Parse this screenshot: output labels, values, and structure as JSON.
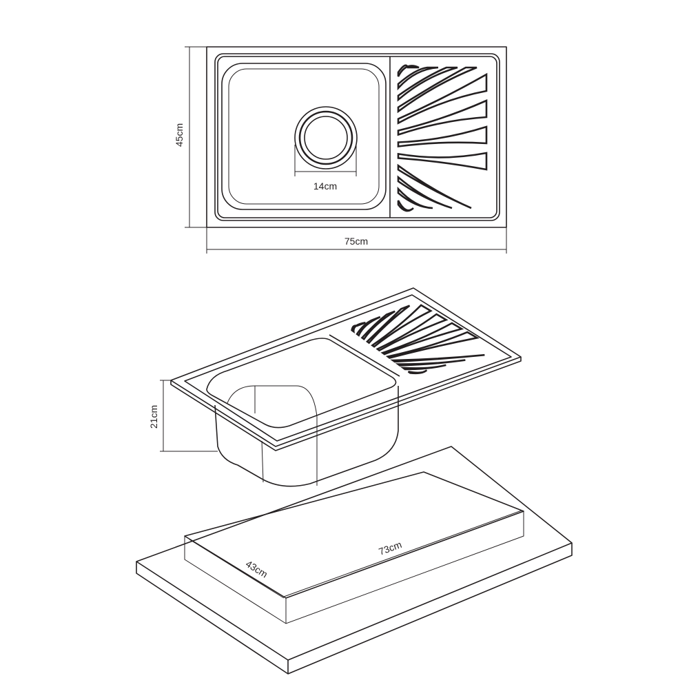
{
  "top_view": {
    "height_label": "45cm",
    "width_label": "75cm",
    "drain_label": "14cm"
  },
  "iso_view": {
    "depth_label": "21cm"
  },
  "cutout": {
    "length_label": "73cm",
    "width_label": "43cm"
  },
  "colors": {
    "line": "#231f20",
    "background": "#ffffff"
  }
}
